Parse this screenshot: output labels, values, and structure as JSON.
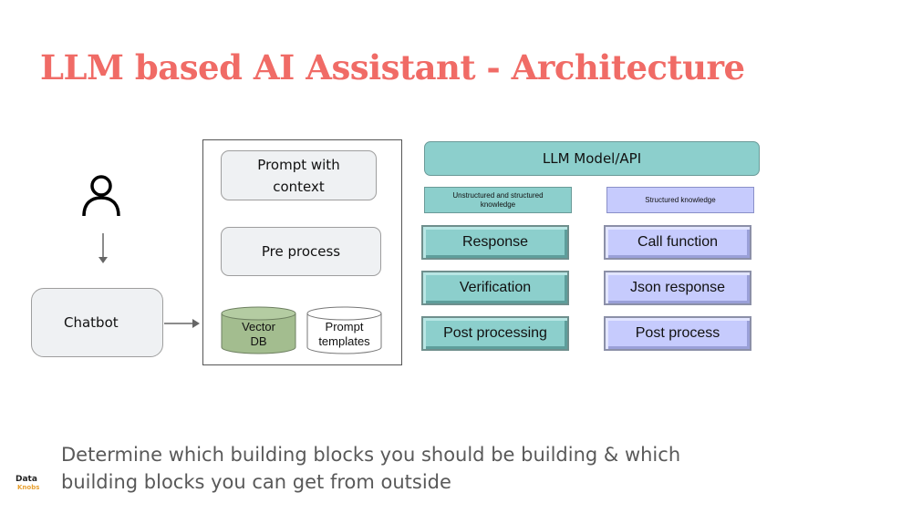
{
  "title": "LLM based AI Assistant - Architecture",
  "user": {
    "icon": "user-icon"
  },
  "chatbot": {
    "label": "Chatbot"
  },
  "frame": {
    "prompt_with_context": [
      "Prompt with",
      "context"
    ],
    "pre_process": "Pre process",
    "vector_db": [
      "Vector",
      "DB"
    ],
    "prompt_templates": [
      "Prompt",
      "templates"
    ]
  },
  "llm": {
    "label": "LLM Model/API",
    "unstructured": [
      "Unstructured and structured",
      "knowledge"
    ],
    "structured": "Structured knowledge",
    "left_blocks": [
      "Response",
      "Verification",
      "Post processing"
    ],
    "right_blocks": [
      "Call function",
      "Json response",
      "Post process"
    ]
  },
  "footer": [
    "Determine which building blocks you should be building & which",
    "building blocks you can get from outside"
  ],
  "logo": {
    "top": "Data",
    "bottom": "Knobs"
  },
  "colors": {
    "title": "#f06b66",
    "teal": "#8ccfcc",
    "blue": "#c6cbfd",
    "vector_db": "#a3bd8f",
    "footer_text": "#595959"
  }
}
